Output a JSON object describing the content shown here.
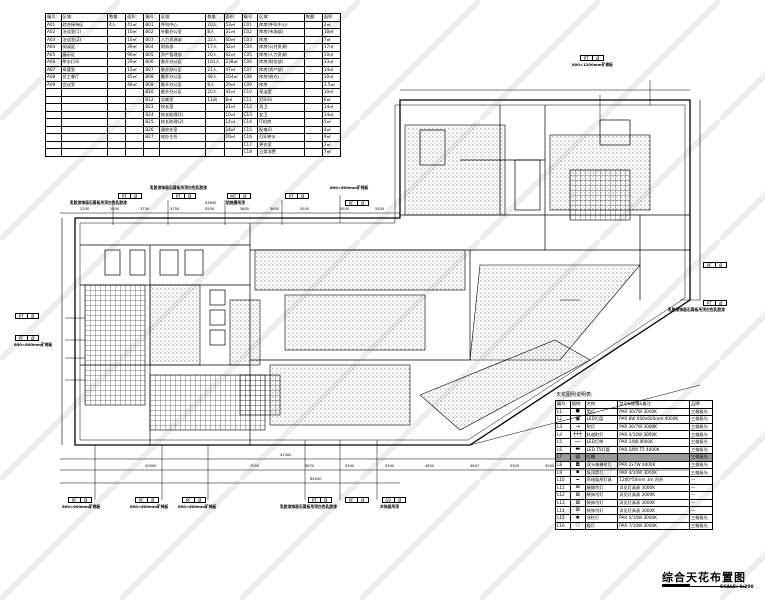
{
  "drawing": {
    "title": "综合天花布置图",
    "scale": "SCALE: 1:200"
  },
  "room_table": {
    "headers": [
      "编号:",
      "区域:",
      "数量:",
      "面积:"
    ],
    "group_a": [
      [
        "A01",
        "综合接待区",
        "4人",
        "41㎡"
      ],
      [
        "A02",
        "洽谈室(1)",
        "",
        "10㎡"
      ],
      [
        "A03",
        "洽谈室(2)",
        "",
        "10㎡"
      ],
      [
        "A04",
        "阅读区",
        "",
        "39㎡"
      ],
      [
        "A05",
        "展示区",
        "",
        "90㎡"
      ],
      [
        "A06",
        "茶水打印",
        "",
        "29㎡"
      ],
      [
        "A07",
        "母婴室",
        "",
        "15㎡"
      ],
      [
        "A08",
        "员工餐厅",
        "",
        "45㎡"
      ],
      [
        "A09",
        "会议室",
        "",
        "48㎡"
      ]
    ],
    "group_b": [
      [
        "B01",
        "呼叫中心",
        "20人",
        "53㎡"
      ],
      [
        "B02",
        "外勤办公室",
        "8人",
        "31㎡"
      ],
      [
        "B03",
        "人力资源部",
        "22人",
        "60㎡"
      ],
      [
        "B04",
        "财务部",
        "17人",
        "52㎡"
      ],
      [
        "B05",
        "资产管理部",
        "20人",
        "62㎡"
      ],
      [
        "B06",
        "敞开办公区",
        "101人",
        "238㎡"
      ],
      [
        "B07",
        "敞开办公区",
        "21人",
        "47㎡"
      ],
      [
        "B08",
        "敞开办公区",
        "48人",
        "164㎡"
      ],
      [
        "B09",
        "敞开办公区",
        "8人",
        "29㎡"
      ],
      [
        "B10",
        "敞开办公区",
        "20人",
        "41㎡"
      ],
      [
        "B12",
        "总裁室",
        "11间",
        "8㎡"
      ],
      [
        "B23",
        "校长室",
        "",
        "21㎡"
      ],
      [
        "B24",
        "校长助理(1)",
        "",
        "10㎡"
      ],
      [
        "B25",
        "校长助理(2)",
        "",
        "14㎡"
      ],
      [
        "B26",
        "副校长室",
        "",
        "14㎡"
      ],
      [
        "B27",
        "校办主任",
        "",
        "10㎡"
      ]
    ],
    "group_c": [
      [
        "C01",
        "库房(呼叫中心)",
        "",
        "2㎡"
      ],
      [
        "C02",
        "库房(市场部)",
        "",
        "10㎡"
      ],
      [
        "C03",
        "库房",
        "",
        "7㎡"
      ],
      [
        "C04",
        "库房(公共资源)",
        "",
        "17㎡"
      ],
      [
        "C05",
        "库房(人力资源)",
        "",
        "10㎡"
      ],
      [
        "C06",
        "库房(财务部)",
        "",
        "33㎡"
      ],
      [
        "C07",
        "库房(资产部)",
        "",
        "14㎡"
      ],
      [
        "C08",
        "库房(校办)",
        "",
        "10㎡"
      ],
      [
        "C09",
        "库房",
        "",
        "3.5㎡"
      ],
      [
        "C10",
        "保洁室",
        "",
        "10㎡"
      ],
      [
        "C11",
        "打印间",
        "",
        "6㎡"
      ],
      [
        "C12",
        "男卫",
        "",
        "14㎡"
      ],
      [
        "C13",
        "女卫",
        "",
        "14㎡"
      ],
      [
        "C14",
        "IT机房",
        "",
        "5㎡"
      ],
      [
        "C15",
        "配电间",
        "",
        "4㎡"
      ],
      [
        "C16",
        "打印茶水",
        "",
        "9㎡"
      ],
      [
        "C17",
        "更衣室",
        "",
        "2㎡"
      ],
      [
        "C18",
        "日常消费",
        "",
        "7㎡"
      ]
    ]
  },
  "legend": {
    "title": "天花图例说明表:",
    "headers": [
      "编号:",
      "图例:",
      "名称:",
      "型号&规格&备注:",
      "品牌:"
    ],
    "rows": [
      [
        "L1",
        "●",
        "筒灯",
        "PAR 30/7W 3000K",
        "三雄极光"
      ],
      [
        "L2",
        "▣",
        "LED灯盘",
        "PAR 8W 600x600mm 4000K",
        "三雄极光"
      ],
      [
        "L3",
        "⇥",
        "射灯",
        "PAR 30/7W 3000K",
        "三雄极光"
      ],
      [
        "L4",
        "┼┼┼",
        "轨道射灯",
        "PAR 4/10W 3000K",
        "三雄极光"
      ],
      [
        "L5",
        "──",
        "LED灯带",
        "PAR 14W 4000K",
        "三雄极光"
      ],
      [
        "L6",
        "▬",
        "LED T5灯管",
        "PAR 14W T5 4000K",
        "三雄极光"
      ],
      [
        "L7",
        "▨",
        "灯槽",
        "",
        "三雄极光"
      ],
      [
        "L8",
        "◘",
        "双头格栅射灯",
        "PAR 2x7W 4000K",
        "三雄极光"
      ],
      [
        "L9",
        "▪",
        "吸顶筒灯",
        "PAR 4/10W 3000K",
        "三雄极光"
      ],
      [
        "L10",
        "━",
        "吊线条形灯具",
        "1200*50mm 3m 吊杆",
        "—"
      ],
      [
        "L11",
        "⊠",
        "装饰吊灯",
        "详见灯具表 3000K",
        "—"
      ],
      [
        "L12",
        "⊠",
        "装饰吊灯",
        "详见灯具表 3000K",
        "—"
      ],
      [
        "L13",
        "⊠",
        "装饰吊灯",
        "详见灯具表 3000K",
        "—"
      ],
      [
        "L14",
        "⊠",
        "装饰吊灯",
        "详见灯具表 3000K",
        "—"
      ],
      [
        "L15",
        "✱",
        "冰柱灯",
        "PAR 5/10W 3000K",
        "三雄极光"
      ],
      [
        "L16",
        "○",
        "暖灯",
        "PAR 7/10W 3000K",
        "三雄极光"
      ]
    ]
  },
  "tags": {
    "pt": "PT",
    "mt": "MT",
    "pf": "PF",
    "gv": "GV",
    "dia": "Ø",
    "note_ceiling": "乳胶漆饰面石膏板吊顶白色乳胶漆",
    "note_mineral": "600×600mm矿棉板",
    "note_mineral2": "600×1200mm矿棉板",
    "note_grille": "铝格栅吊顶",
    "note_gv": "木饰面吊顶"
  },
  "dimensions": {
    "top": [
      "2200",
      "1600",
      "3750",
      "3750",
      "5500",
      "3600",
      "3600",
      "5500",
      "5500",
      "5540"
    ],
    "top_total": "43600",
    "bottom": [
      "20000",
      "7000",
      "5870",
      "5340",
      "5340",
      "4850",
      "4847",
      "5300",
      "5000"
    ],
    "bottom_total": "64000",
    "mid": "41300"
  },
  "colors": {
    "line": "#000000",
    "fill_dot": "#333333",
    "shade": "#999999"
  }
}
